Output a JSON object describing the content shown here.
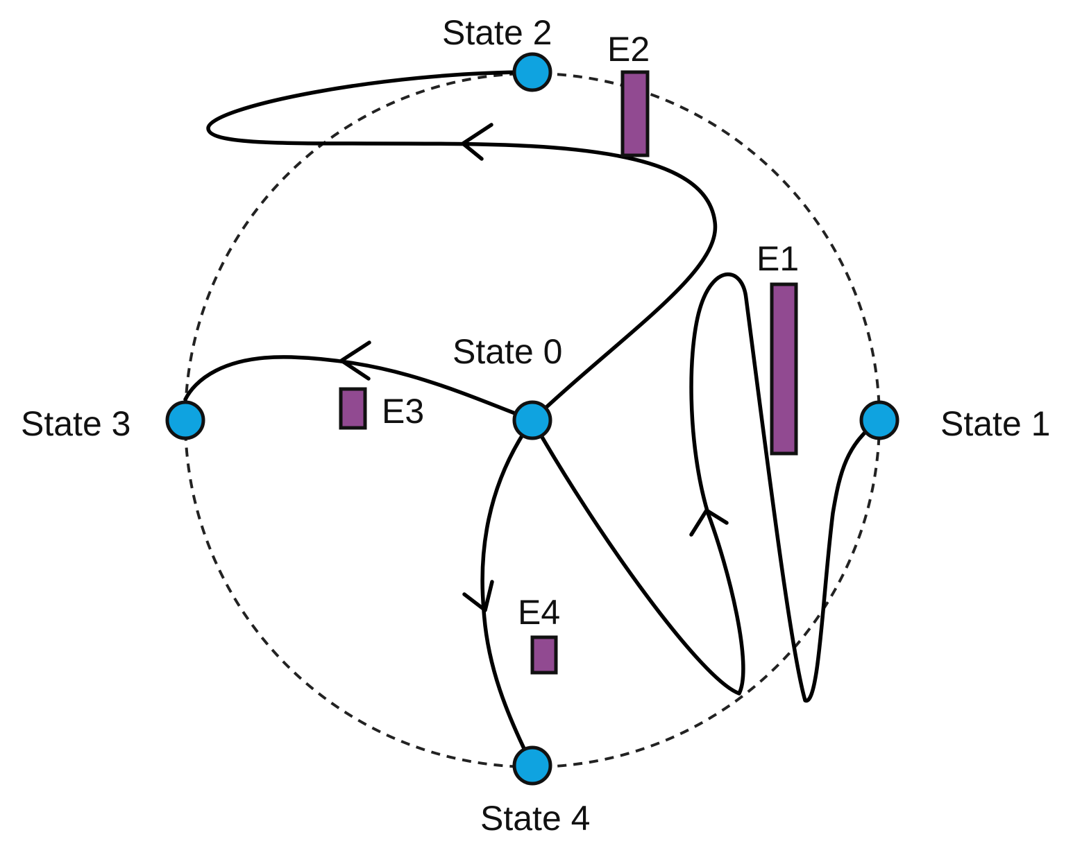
{
  "colors": {
    "node_fill": "#0fa3e0",
    "bar_fill": "#914a91",
    "line": "#000000"
  },
  "states": {
    "s0": "State 0",
    "s1": "State 1",
    "s2": "State 2",
    "s3": "State 3",
    "s4": "State 4"
  },
  "bars": {
    "e1": "E1",
    "e2": "E2",
    "e3": "E3",
    "e4": "E4"
  }
}
